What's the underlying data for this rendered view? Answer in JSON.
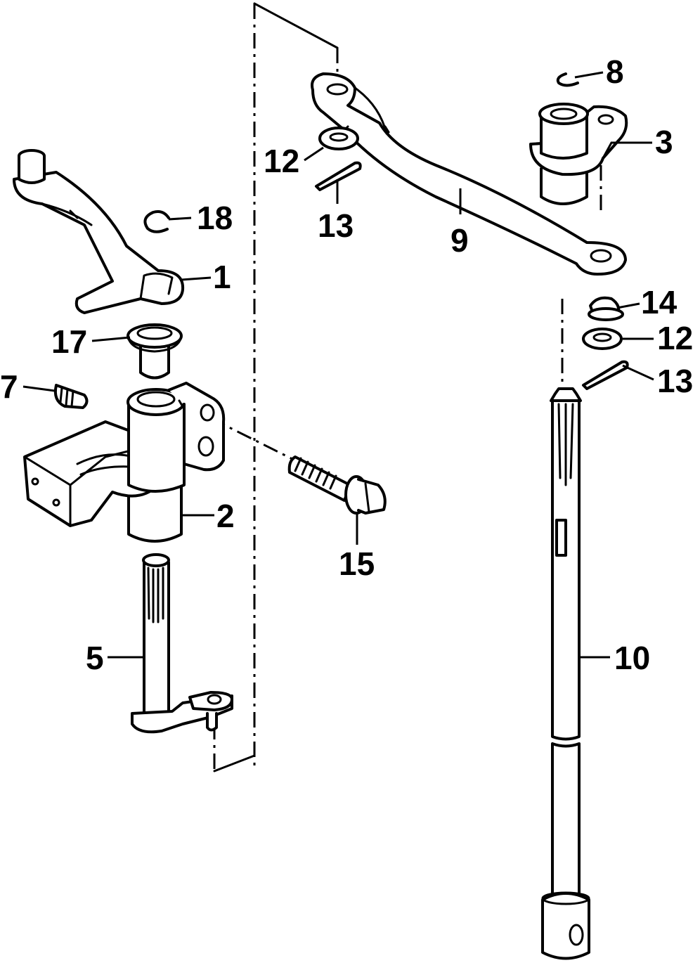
{
  "diagram": {
    "callouts": [
      {
        "id": "1",
        "text": "1"
      },
      {
        "id": "2",
        "text": "2"
      },
      {
        "id": "3",
        "text": "3"
      },
      {
        "id": "5",
        "text": "5"
      },
      {
        "id": "7",
        "text": "7"
      },
      {
        "id": "8",
        "text": "8"
      },
      {
        "id": "9",
        "text": "9"
      },
      {
        "id": "10",
        "text": "10"
      },
      {
        "id": "12a",
        "text": "12"
      },
      {
        "id": "12b",
        "text": "12"
      },
      {
        "id": "13a",
        "text": "13"
      },
      {
        "id": "13b",
        "text": "13"
      },
      {
        "id": "14",
        "text": "14"
      },
      {
        "id": "15",
        "text": "15"
      },
      {
        "id": "17",
        "text": "17"
      },
      {
        "id": "18",
        "text": "18"
      }
    ]
  }
}
